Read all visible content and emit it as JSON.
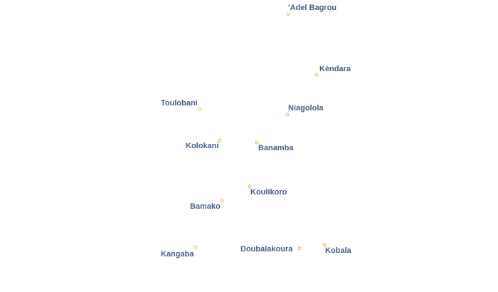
{
  "map": {
    "marker_color": "#f0b75a",
    "label_color": "#4a5f86",
    "places": [
      {
        "id": "adel-bagrou",
        "name": "'Adel Bagrou"
      },
      {
        "id": "kendara",
        "name": "Kèndara"
      },
      {
        "id": "toulobani",
        "name": "Toulobani"
      },
      {
        "id": "niagolola",
        "name": "Niagolola"
      },
      {
        "id": "kolokani",
        "name": "Kolokani"
      },
      {
        "id": "banamba",
        "name": "Banamba"
      },
      {
        "id": "koulikoro",
        "name": "Koulikoro"
      },
      {
        "id": "bamako",
        "name": "Bamako"
      },
      {
        "id": "kangaba",
        "name": "Kangaba"
      },
      {
        "id": "doubalakoura",
        "name": "Doubalakoura"
      },
      {
        "id": "kobala",
        "name": "Kobala"
      }
    ]
  }
}
